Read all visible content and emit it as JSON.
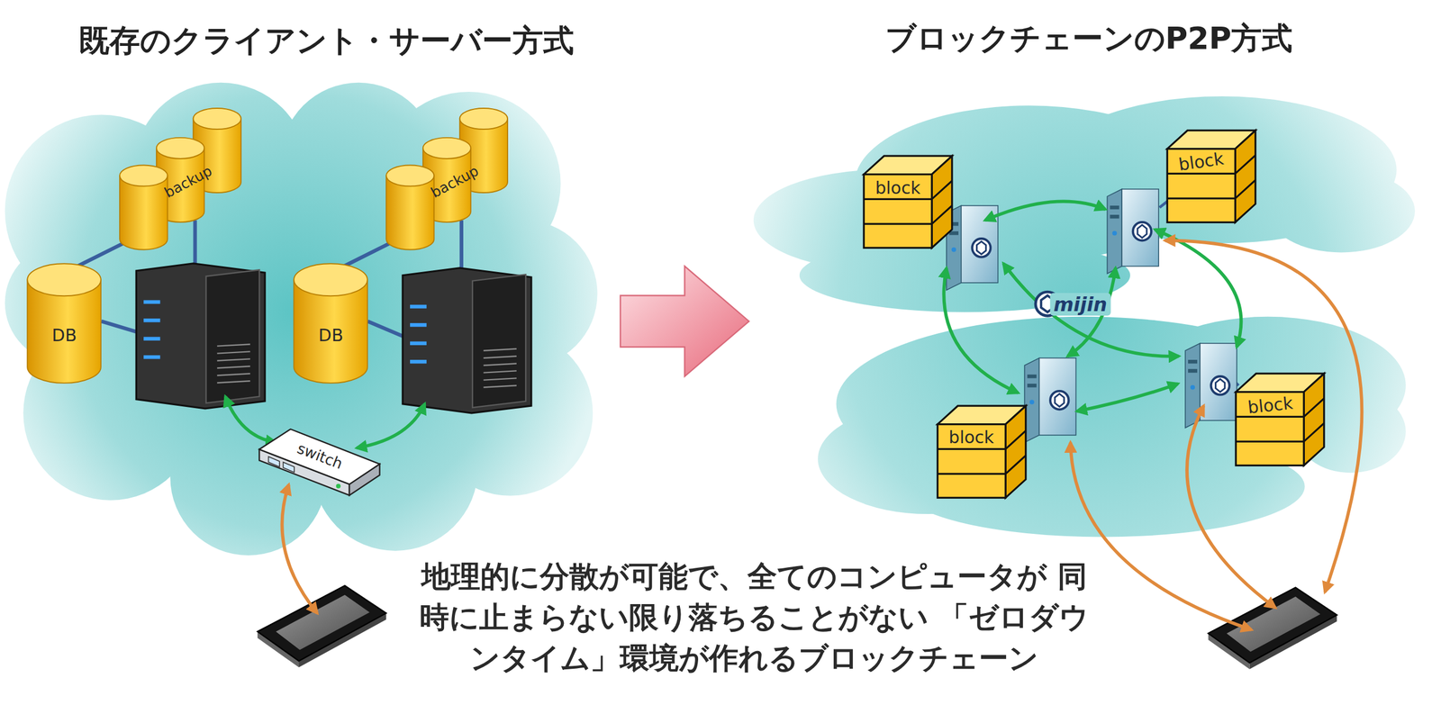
{
  "diagram": {
    "caption": "地理的に分散が可能で、全てのコンピュータが 同時に止まらない限り落ちることがない 「ゼロダウンタイム」環境が作れるブロックチェーン",
    "nodes": [
      {
        "text": [
          "backup"
        ]
      },
      {
        "text": [
          "DB"
        ]
      },
      {
        "text": [
          "backup"
        ]
      },
      {
        "text": [
          "DB"
        ]
      },
      {
        "text": [
          "switch"
        ]
      },
      {
        "text": [
          "block"
        ]
      },
      {
        "text": [
          "block"
        ]
      },
      {
        "text": [
          "block"
        ]
      },
      {
        "text": [
          "block"
        ]
      }
    ],
    "labels": [
      "既存のクライアント・サーバー方式",
      "ブロックチェーンのP2P方式",
      "mijin"
    ]
  }
}
